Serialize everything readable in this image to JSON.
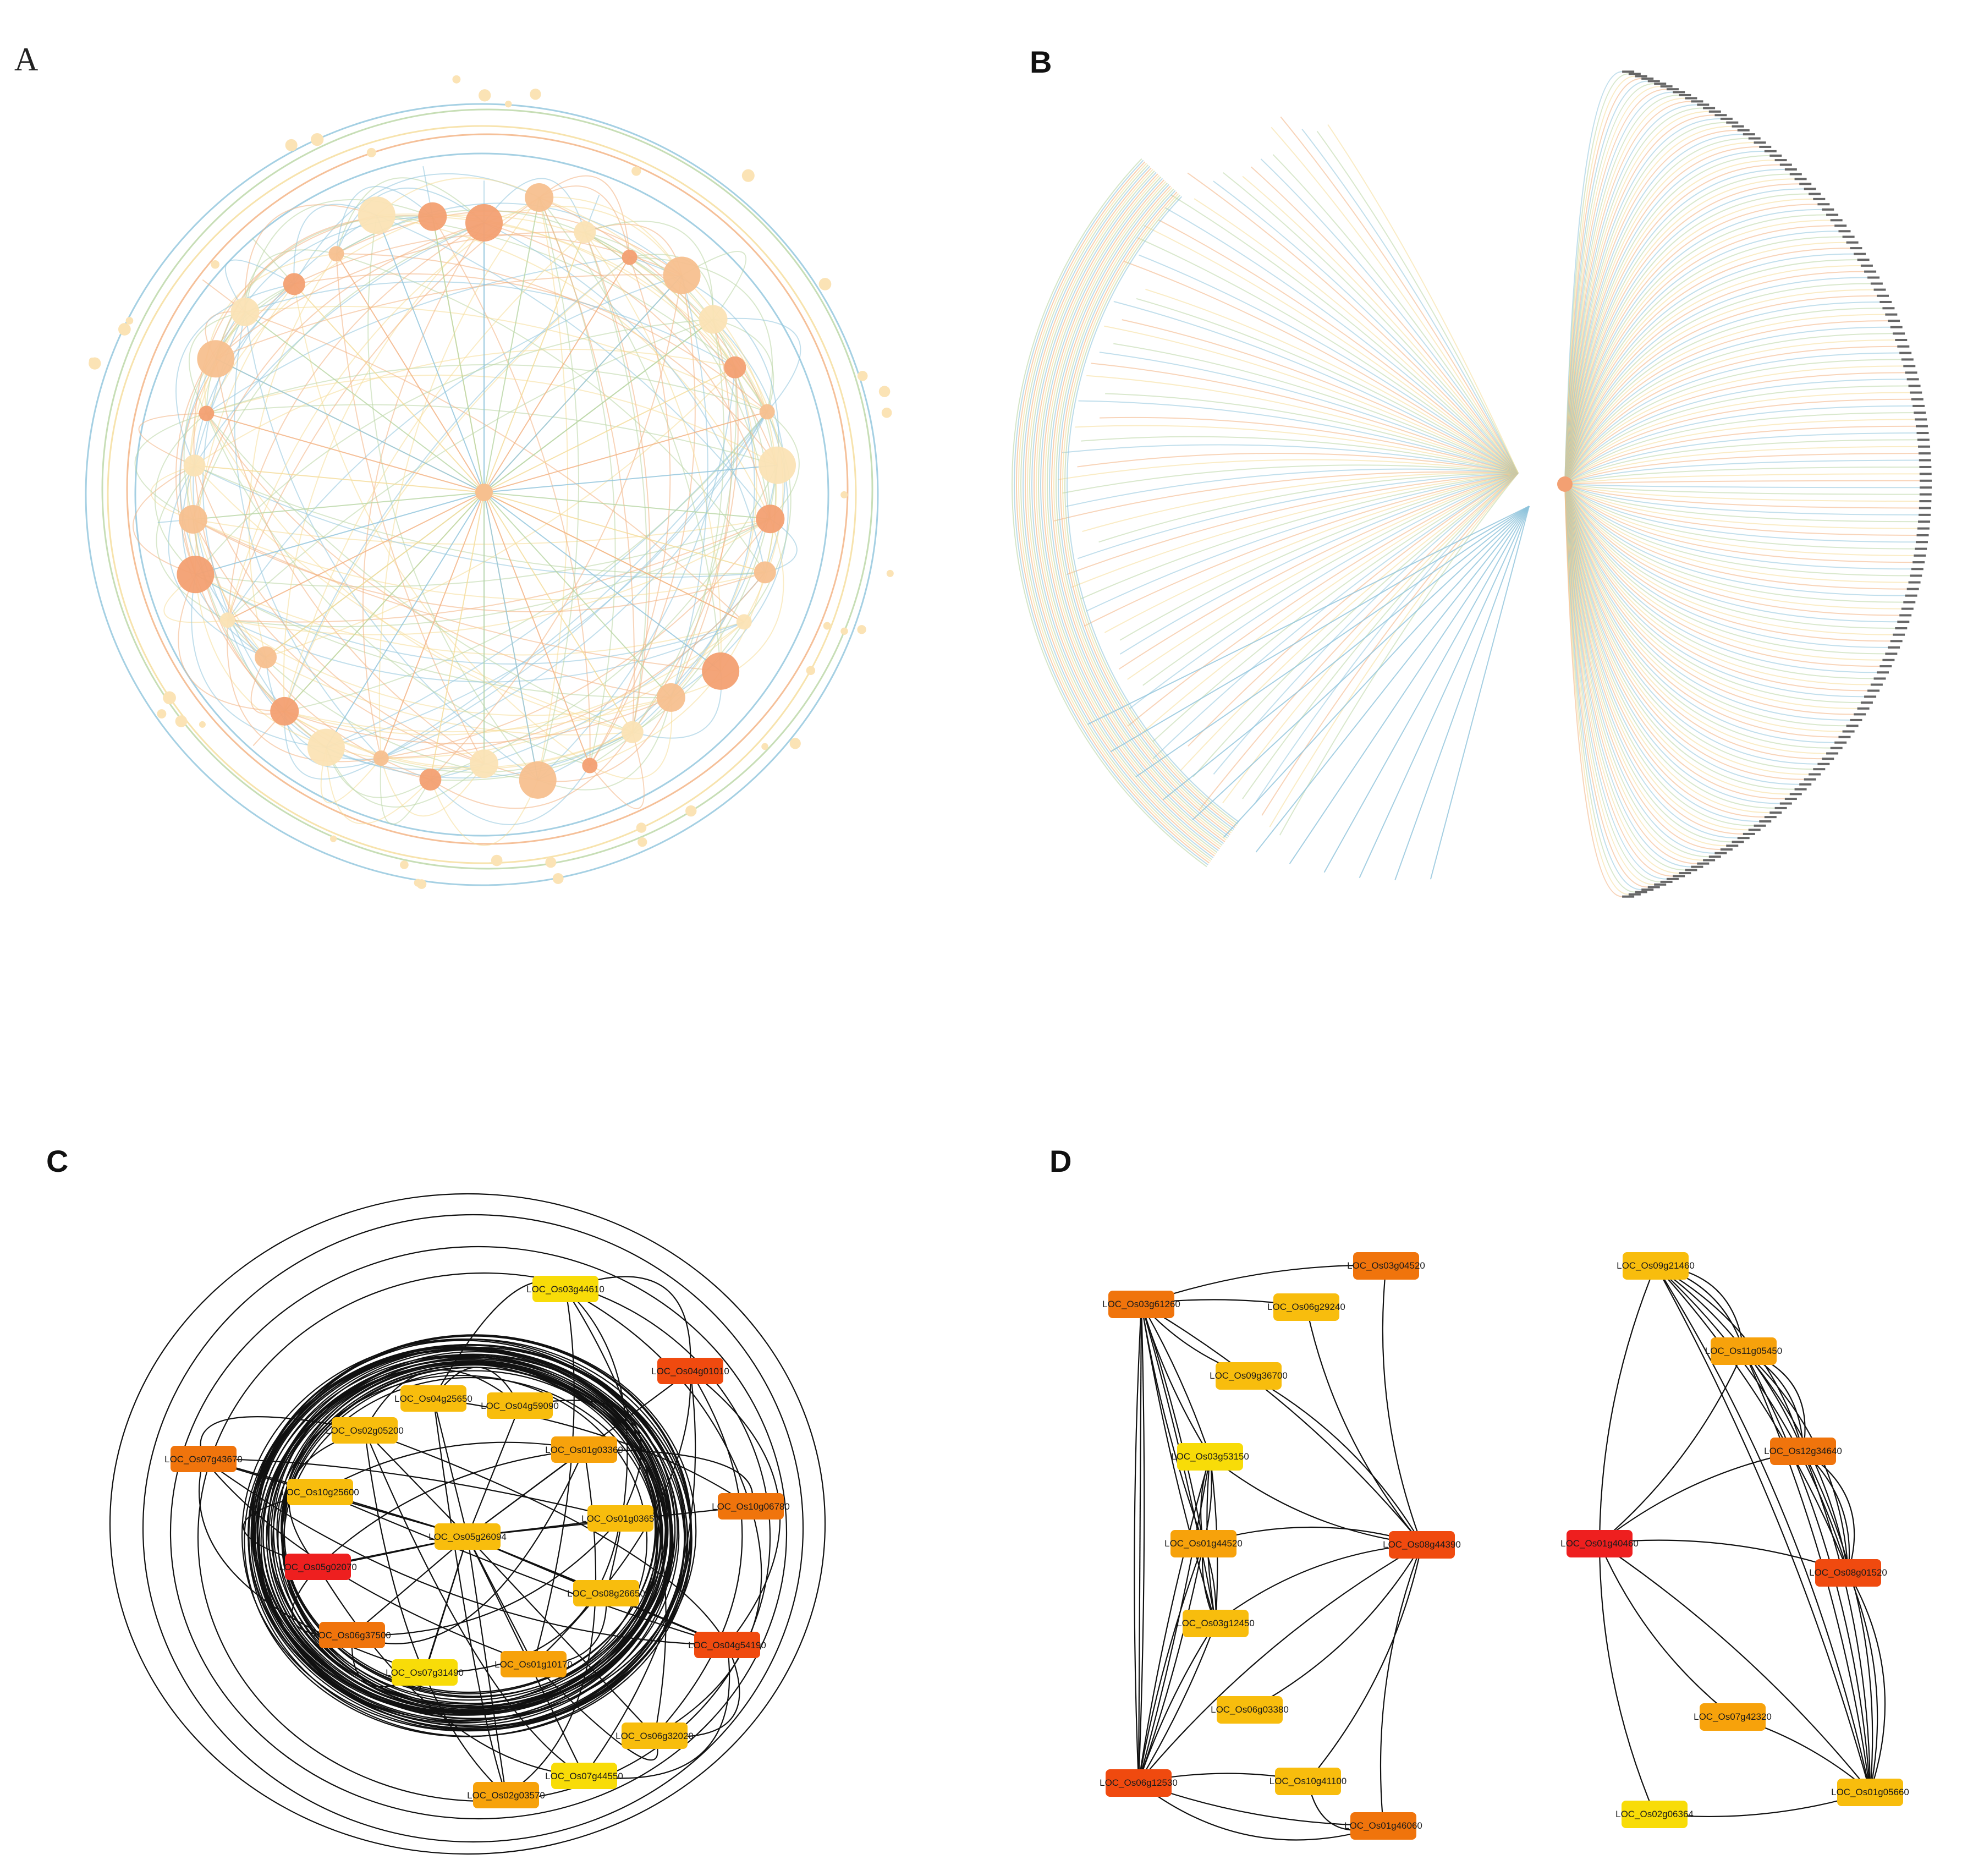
{
  "panels": {
    "A": {
      "label": "A"
    },
    "B": {
      "label": "B"
    },
    "C": {
      "label": "C"
    },
    "D": {
      "label": "D"
    }
  },
  "colors": {
    "red": "#ee1f1f",
    "red_orange": "#f04a0f",
    "orange": "#f0740c",
    "orange_yellow": "#f7a20b",
    "yellow_orange": "#f8bd0d",
    "yellow": "#f8dc08",
    "edge_black": "#111111",
    "edge_blue": "#8fc4dc",
    "edge_green": "#b9d6a4",
    "edge_yellow": "#f5dc98",
    "edge_orange": "#f3b07f",
    "bubble_strong": "#f3a072",
    "bubble_mid": "#f7c08f",
    "bubble_light": "#fbe3b5"
  },
  "panelC": {
    "nodes": [
      {
        "id": "LOC_Os03g44610",
        "color": "yellow"
      },
      {
        "id": "LOC_Os04g01010",
        "color": "red_orange"
      },
      {
        "id": "LOC_Os07g43670",
        "color": "orange"
      },
      {
        "id": "LOC_Os04g25650",
        "color": "yellow_orange"
      },
      {
        "id": "LOC_Os04g59090",
        "color": "yellow_orange"
      },
      {
        "id": "LOC_Os02g05200",
        "color": "yellow_orange"
      },
      {
        "id": "LOC_Os01g03360",
        "color": "orange_yellow"
      },
      {
        "id": "LOC_Os10g25600",
        "color": "yellow_orange"
      },
      {
        "id": "LOC_Os10g06780",
        "color": "orange"
      },
      {
        "id": "LOC_Os01g03650",
        "color": "yellow_orange"
      },
      {
        "id": "LOC_Os05g26094",
        "color": "yellow_orange"
      },
      {
        "id": "LOC_Os05g02070",
        "color": "red"
      },
      {
        "id": "LOC_Os08g26650",
        "color": "yellow_orange"
      },
      {
        "id": "LOC_Os06g37500",
        "color": "orange"
      },
      {
        "id": "LOC_Os04g54190",
        "color": "red_orange"
      },
      {
        "id": "LOC_Os07g31490",
        "color": "yellow"
      },
      {
        "id": "LOC_Os01g10170",
        "color": "orange_yellow"
      },
      {
        "id": "LOC_Os06g32020",
        "color": "yellow_orange"
      },
      {
        "id": "LOC_Os07g44550",
        "color": "yellow"
      },
      {
        "id": "LOC_Os02g03570",
        "color": "orange_yellow"
      }
    ]
  },
  "panelD": {
    "nodes": [
      {
        "id": "LOC_Os03g04520",
        "color": "orange"
      },
      {
        "id": "LOC_Os03g61260",
        "color": "orange"
      },
      {
        "id": "LOC_Os06g29240",
        "color": "yellow_orange"
      },
      {
        "id": "LOC_Os09g36700",
        "color": "yellow_orange"
      },
      {
        "id": "LOC_Os03g53150",
        "color": "yellow"
      },
      {
        "id": "LOC_Os01g44520",
        "color": "orange_yellow"
      },
      {
        "id": "LOC_Os08g44390",
        "color": "red_orange"
      },
      {
        "id": "LOC_Os03g12450",
        "color": "yellow_orange"
      },
      {
        "id": "LOC_Os06g03380",
        "color": "yellow_orange"
      },
      {
        "id": "LOC_Os06g12530",
        "color": "red_orange"
      },
      {
        "id": "LOC_Os10g41100",
        "color": "yellow_orange"
      },
      {
        "id": "LOC_Os01g46060",
        "color": "orange"
      },
      {
        "id": "LOC_Os09g21460",
        "color": "yellow_orange"
      },
      {
        "id": "LOC_Os11g05450",
        "color": "orange_yellow"
      },
      {
        "id": "LOC_Os12g34640",
        "color": "orange"
      },
      {
        "id": "LOC_Os01g40460",
        "color": "red"
      },
      {
        "id": "LOC_Os08g01520",
        "color": "red_orange"
      },
      {
        "id": "LOC_Os07g42320",
        "color": "orange_yellow"
      },
      {
        "id": "LOC_Os01g05660",
        "color": "yellow_orange"
      },
      {
        "id": "LOC_Os02g06364",
        "color": "yellow"
      }
    ]
  }
}
